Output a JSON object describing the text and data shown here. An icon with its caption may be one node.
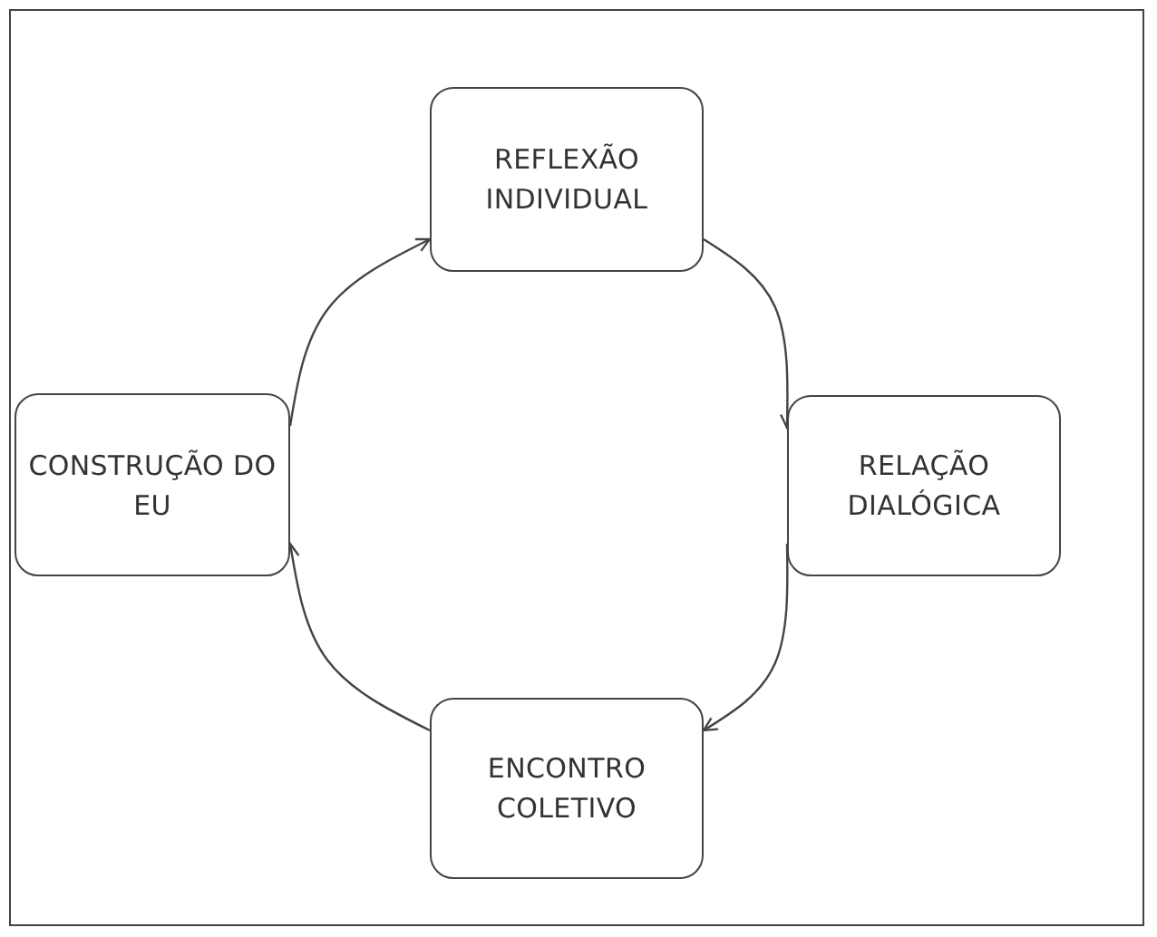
{
  "diagram": {
    "nodes": [
      {
        "text": [
          "REFLEXÃO INDIVIDUAL"
        ]
      },
      {
        "text": [
          "RELAÇÃO DIALÓGICA"
        ]
      },
      {
        "text": [
          "ENCONTRO COLETIVO"
        ]
      },
      {
        "text": [
          "CONSTRUÇÃO DO EU"
        ]
      }
    ],
    "edges": [
      {
        "from": 0,
        "to": 1,
        "arrow": "to"
      },
      {
        "from": 1,
        "to": 2,
        "arrow": "to"
      },
      {
        "from": 2,
        "to": 3,
        "arrow": "to"
      },
      {
        "from": 3,
        "to": 0,
        "arrow": "to"
      }
    ]
  }
}
